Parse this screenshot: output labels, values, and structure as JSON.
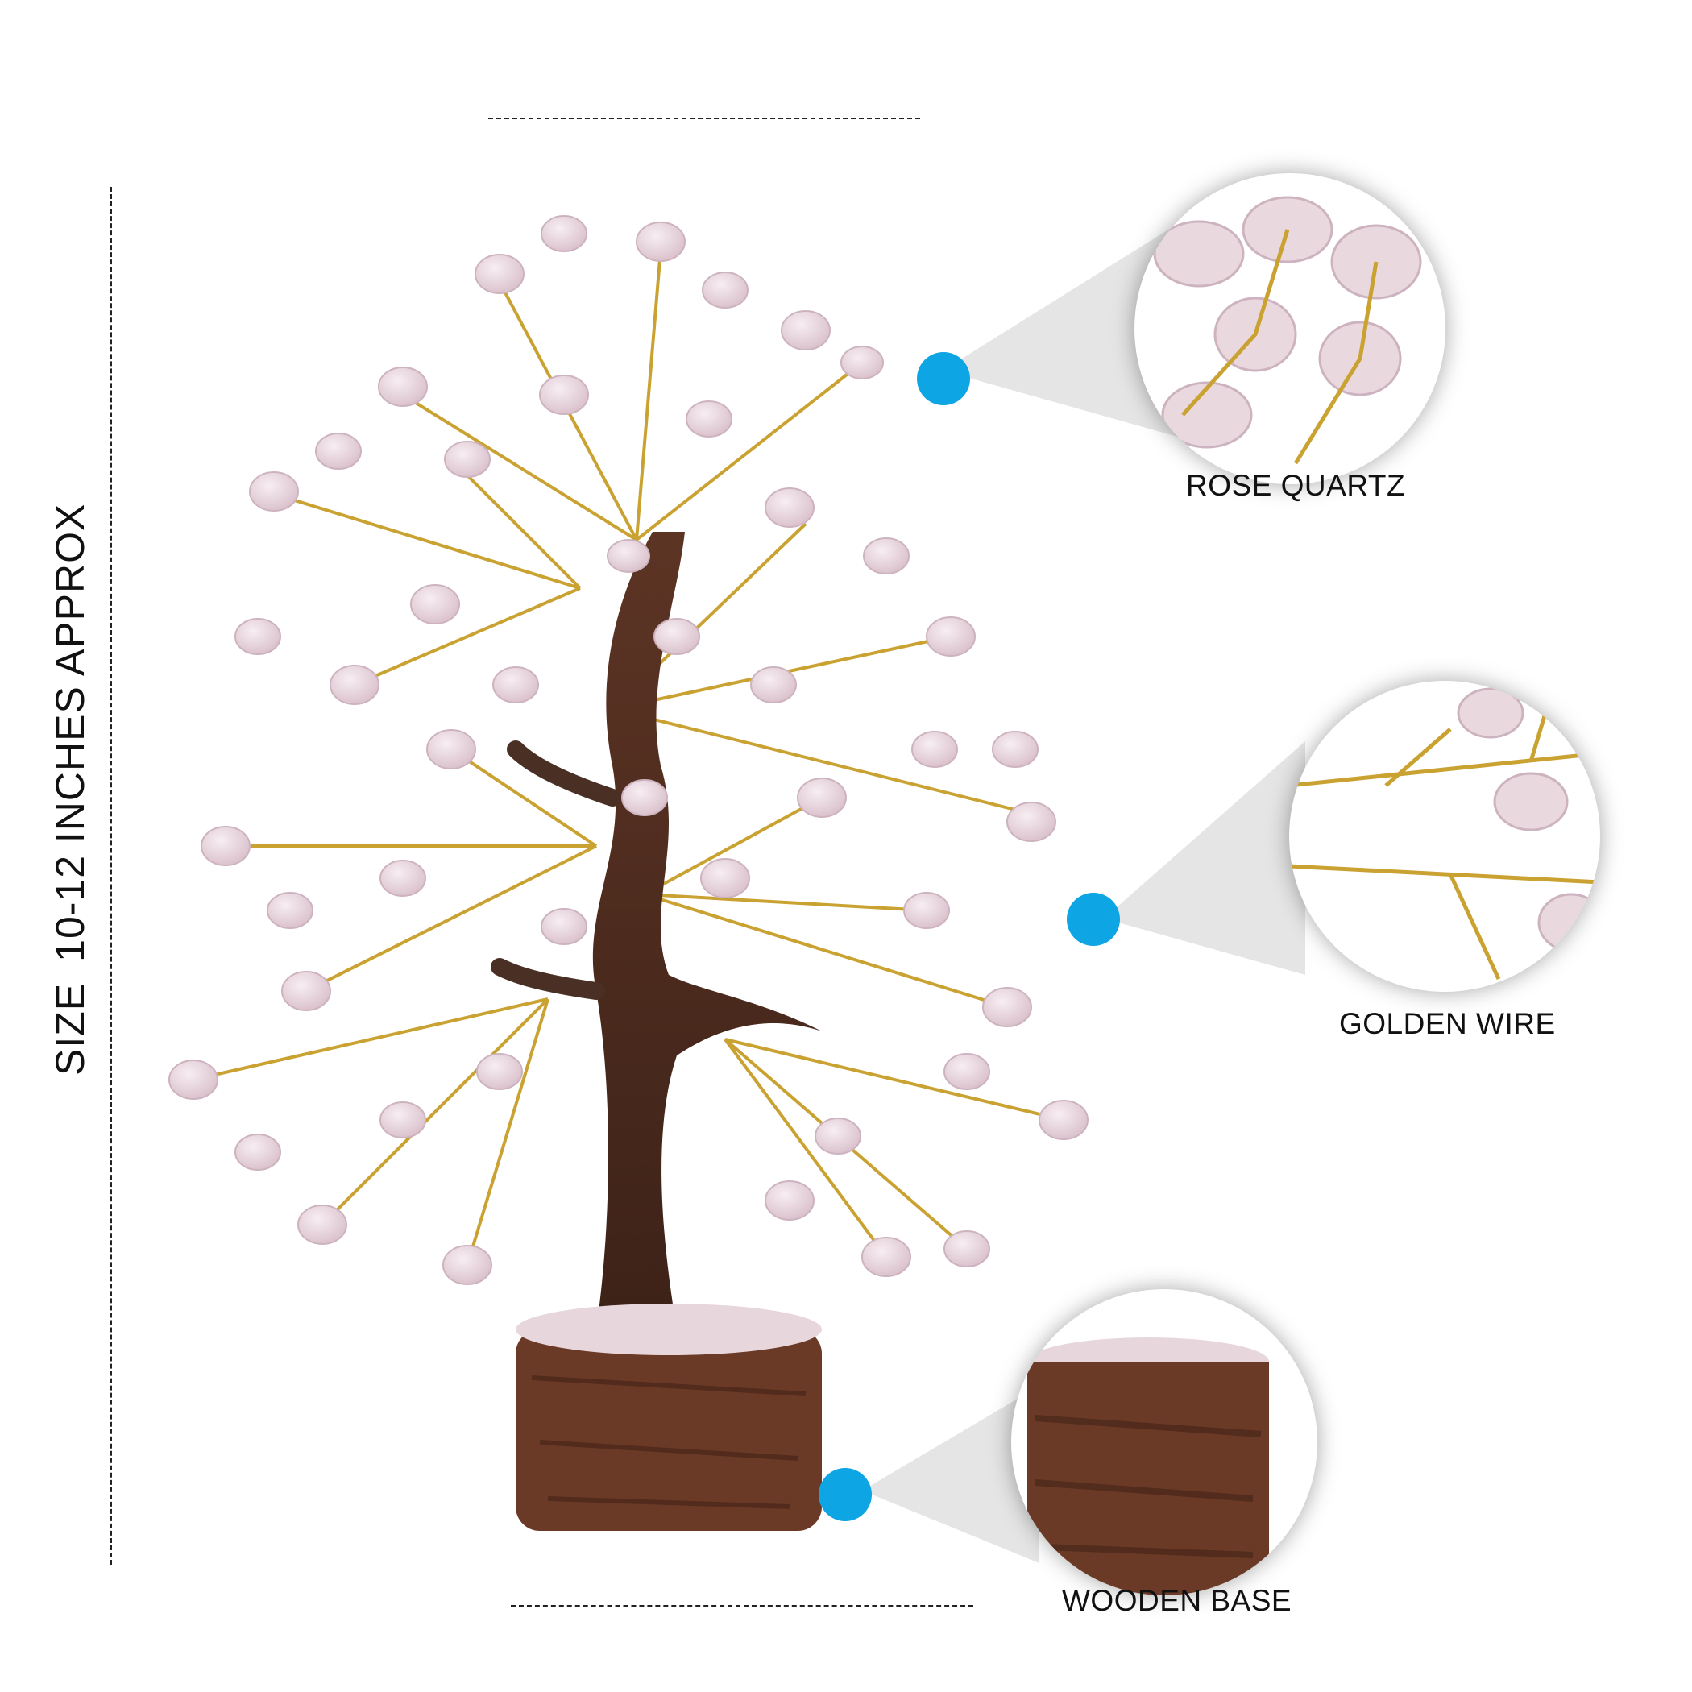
{
  "dimension_label": {
    "prefix": "SIZE",
    "value": "10-12 INCHES APPROX"
  },
  "colors": {
    "dot": "#0da5e3",
    "quartz": "#e9d6de",
    "wire": "#c9a232",
    "trunk": "#4a2f25",
    "base": "#6b3a26"
  },
  "callouts": [
    {
      "label": "ROSE QUARTZ",
      "feature": "rose-quartz"
    },
    {
      "label": "GOLDEN WIRE",
      "feature": "golden-wire"
    },
    {
      "label": "WOODEN BASE",
      "feature": "wooden-base"
    }
  ]
}
